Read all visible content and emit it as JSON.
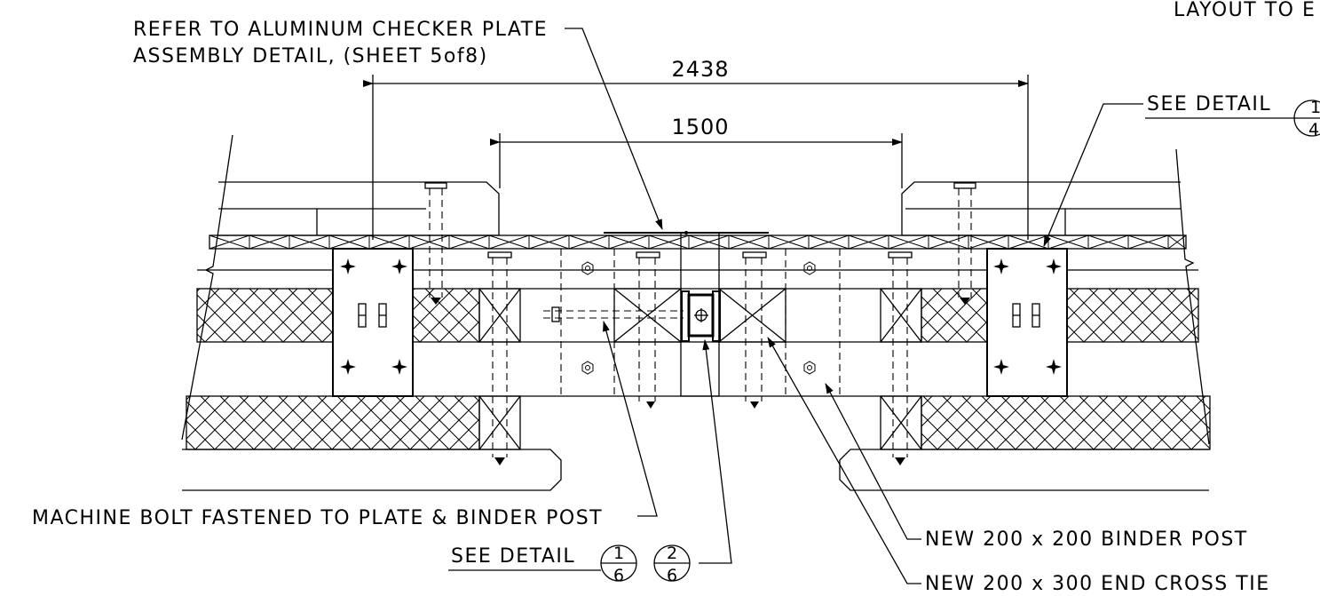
{
  "notes": {
    "top_right_partial": "LAYOUT TO E",
    "checker_plate_line1": "REFER TO ALUMINUM CHECKER PLATE",
    "checker_plate_line2": "ASSEMBLY DETAIL, (SHEET 5of8)",
    "see_detail_right": "SEE DETAIL",
    "machine_bolt": "MACHINE BOLT FASTENED TO PLATE & BINDER POST",
    "see_detail_bottom": "SEE DETAIL",
    "binder_post": "NEW 200 x 200 BINDER POST",
    "end_cross_tie": "NEW 200 x 300 END CROSS TIE"
  },
  "dimensions": {
    "overall": "2438",
    "inner": "1500"
  },
  "detail_bubbles": {
    "right": {
      "top": "1",
      "bottom": "4"
    },
    "bottom_left": {
      "top": "1",
      "bottom": "6"
    },
    "bottom_right": {
      "top": "2",
      "bottom": "6"
    }
  }
}
